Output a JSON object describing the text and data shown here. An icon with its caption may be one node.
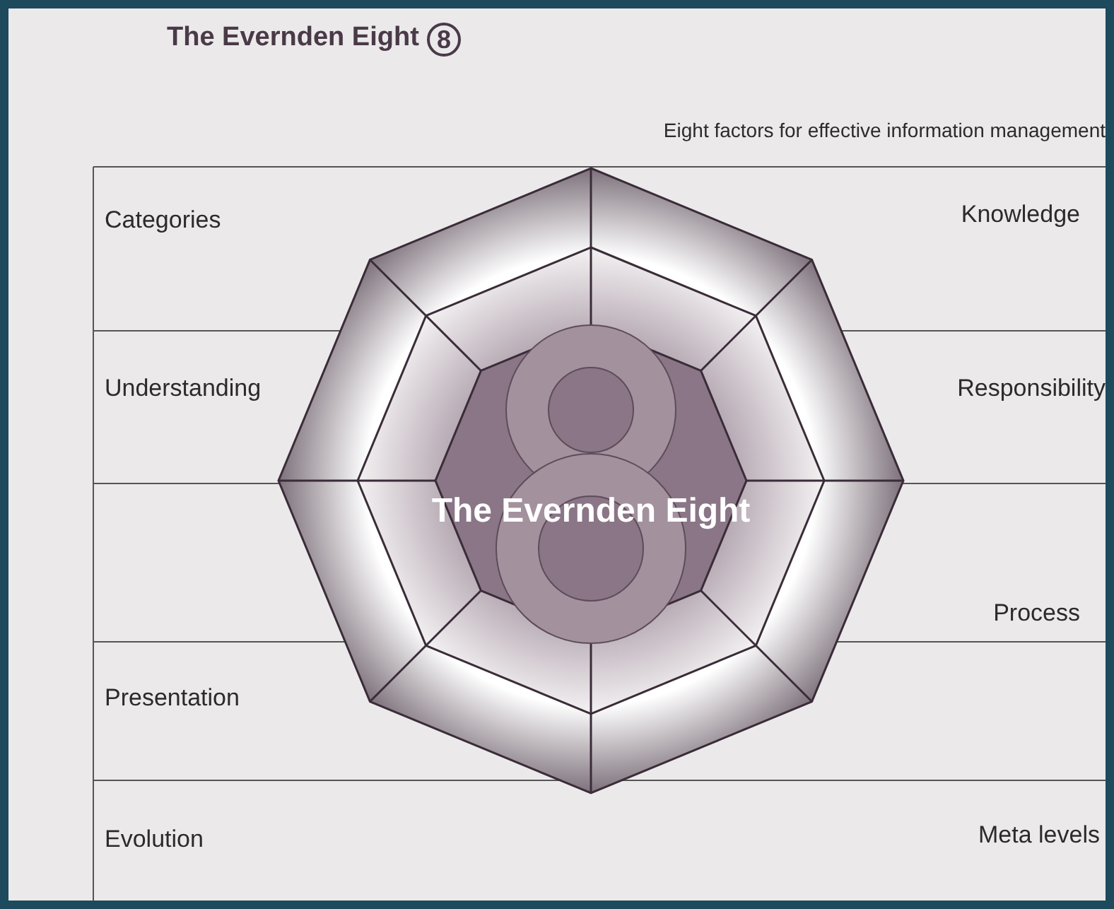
{
  "diagram": {
    "title": "The Evernden Eight",
    "nodes": [
      {
        "text": [
          "The Evernden Eight"
        ]
      }
    ],
    "edges": [],
    "labels": [
      "8",
      "Eight factors for effective information management",
      "Categories",
      "Knowledge",
      "Understanding",
      "Responsibility",
      "Presentation",
      "Process",
      "Evolution",
      "Meta levels"
    ]
  }
}
